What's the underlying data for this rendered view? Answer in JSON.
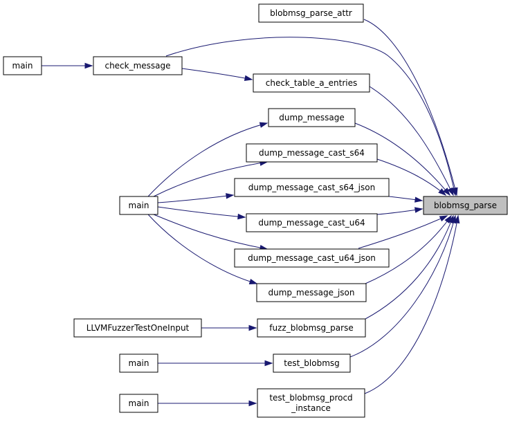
{
  "graph": {
    "type": "call-graph",
    "target": "blobmsg_parse",
    "nodes": [
      {
        "id": "n_target",
        "label": "blobmsg_parse"
      },
      {
        "id": "n_attr",
        "label": "blobmsg_parse_attr"
      },
      {
        "id": "n_check_message",
        "label": "check_message"
      },
      {
        "id": "n_main1",
        "label": "main"
      },
      {
        "id": "n_check_table",
        "label": "check_table_a_entries"
      },
      {
        "id": "n_dump",
        "label": "dump_message"
      },
      {
        "id": "n_dump_s64",
        "label": "dump_message_cast_s64"
      },
      {
        "id": "n_dump_s64_json",
        "label": "dump_message_cast_s64_json"
      },
      {
        "id": "n_dump_u64",
        "label": "dump_message_cast_u64"
      },
      {
        "id": "n_dump_u64_json",
        "label": "dump_message_cast_u64_json"
      },
      {
        "id": "n_dump_json",
        "label": "dump_message_json"
      },
      {
        "id": "n_main2",
        "label": "main"
      },
      {
        "id": "n_fuzz",
        "label": "fuzz_blobmsg_parse"
      },
      {
        "id": "n_llvm",
        "label": "LLVMFuzzerTestOneInput"
      },
      {
        "id": "n_test",
        "label": "test_blobmsg"
      },
      {
        "id": "n_main3",
        "label": "main"
      },
      {
        "id": "n_test_procd",
        "label": "test_blobmsg_procd\n_instance"
      },
      {
        "id": "n_main4",
        "label": "main"
      }
    ],
    "edges": [
      {
        "from": "n_attr",
        "to": "n_target"
      },
      {
        "from": "n_check_message",
        "to": "n_target"
      },
      {
        "from": "n_main1",
        "to": "n_check_message"
      },
      {
        "from": "n_check_message",
        "to": "n_check_table"
      },
      {
        "from": "n_check_table",
        "to": "n_target"
      },
      {
        "from": "n_dump",
        "to": "n_target"
      },
      {
        "from": "n_dump_s64",
        "to": "n_target"
      },
      {
        "from": "n_dump_s64_json",
        "to": "n_target"
      },
      {
        "from": "n_dump_u64",
        "to": "n_target"
      },
      {
        "from": "n_dump_u64_json",
        "to": "n_target"
      },
      {
        "from": "n_dump_json",
        "to": "n_target"
      },
      {
        "from": "n_main2",
        "to": "n_dump"
      },
      {
        "from": "n_main2",
        "to": "n_dump_s64"
      },
      {
        "from": "n_main2",
        "to": "n_dump_s64_json"
      },
      {
        "from": "n_main2",
        "to": "n_dump_u64"
      },
      {
        "from": "n_main2",
        "to": "n_dump_u64_json"
      },
      {
        "from": "n_main2",
        "to": "n_dump_json"
      },
      {
        "from": "n_fuzz",
        "to": "n_target"
      },
      {
        "from": "n_llvm",
        "to": "n_fuzz"
      },
      {
        "from": "n_test",
        "to": "n_target"
      },
      {
        "from": "n_main3",
        "to": "n_test"
      },
      {
        "from": "n_test_procd",
        "to": "n_target"
      },
      {
        "from": "n_main4",
        "to": "n_test_procd"
      }
    ],
    "colors": {
      "edge": "#191970",
      "focus_fill": "#bfbfbf",
      "node_fill": "#ffffff",
      "node_border": "#000000"
    }
  }
}
